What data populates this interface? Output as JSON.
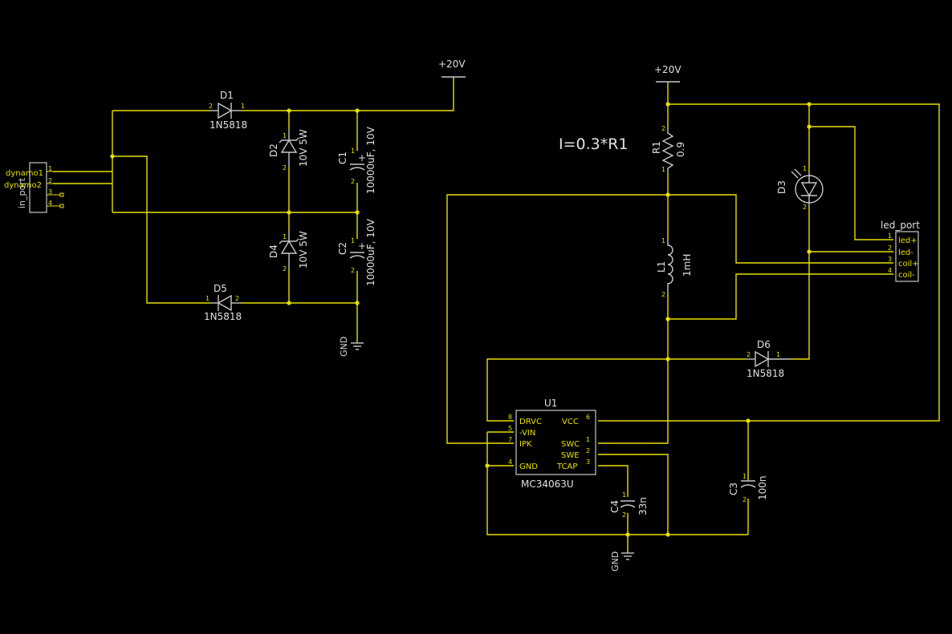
{
  "power": {
    "vplus_left": "+20V",
    "vplus_right": "+20V",
    "gnd_left": "GND",
    "gnd_right": "GND"
  },
  "connector_in": {
    "ref": "in_port",
    "pins": [
      {
        "num": "1",
        "name": "dynamo1"
      },
      {
        "num": "2",
        "name": "dynamo2"
      },
      {
        "num": "3",
        "name": ""
      },
      {
        "num": "4",
        "name": ""
      }
    ]
  },
  "connector_led": {
    "ref": "led_port",
    "pins": [
      {
        "num": "1",
        "name": "led+"
      },
      {
        "num": "2",
        "name": "led-"
      },
      {
        "num": "3",
        "name": "coil+"
      },
      {
        "num": "4",
        "name": "coil-"
      }
    ]
  },
  "D1": {
    "ref": "D1",
    "value": "1N5818",
    "pin_a": "2",
    "pin_k": "1"
  },
  "D5": {
    "ref": "D5",
    "value": "1N5818",
    "pin_a": "1",
    "pin_k": "2"
  },
  "D6": {
    "ref": "D6",
    "value": "1N5818",
    "pin_a": "2",
    "pin_k": "1"
  },
  "D2": {
    "ref": "D2",
    "value": "10V 5W",
    "pin_top": "1",
    "pin_bot": "2"
  },
  "D4": {
    "ref": "D4",
    "value": "10V 5W",
    "pin_top": "1",
    "pin_bot": "2"
  },
  "D3": {
    "ref": "D3",
    "pin_top": "1",
    "pin_bot": "2"
  },
  "C1": {
    "ref": "C1",
    "value": "10000uF, 10V",
    "pin_top": "1",
    "pin_bot": "2",
    "polarity": "+"
  },
  "C2": {
    "ref": "C2",
    "value": "10000uF, 10V",
    "pin_top": "1",
    "pin_bot": "2",
    "polarity": "+"
  },
  "C3": {
    "ref": "C3",
    "value": "100n",
    "pin_top": "1",
    "pin_bot": "2"
  },
  "C4": {
    "ref": "C4",
    "value": "33n",
    "pin_top": "1",
    "pin_bot": "2"
  },
  "R1": {
    "ref": "R1",
    "value": "0.9",
    "pin_top": "2",
    "pin_bot": "1"
  },
  "L1": {
    "ref": "L1",
    "value": "1mH",
    "pin_top": "1",
    "pin_bot": "2"
  },
  "U1": {
    "ref": "U1",
    "value": "MC34063U",
    "left_pins": [
      {
        "num": "8",
        "name": "DRVC"
      },
      {
        "num": "5",
        "name": "-VIN"
      },
      {
        "num": "7",
        "name": "IPK"
      },
      {
        "num": "4",
        "name": "GND"
      }
    ],
    "right_pins": [
      {
        "num": "6",
        "name": "VCC"
      },
      {
        "num": "1",
        "name": "SWC"
      },
      {
        "num": "2",
        "name": "SWE"
      },
      {
        "num": "3",
        "name": "TCAP"
      }
    ]
  },
  "annotation": "I=0.3*R1"
}
